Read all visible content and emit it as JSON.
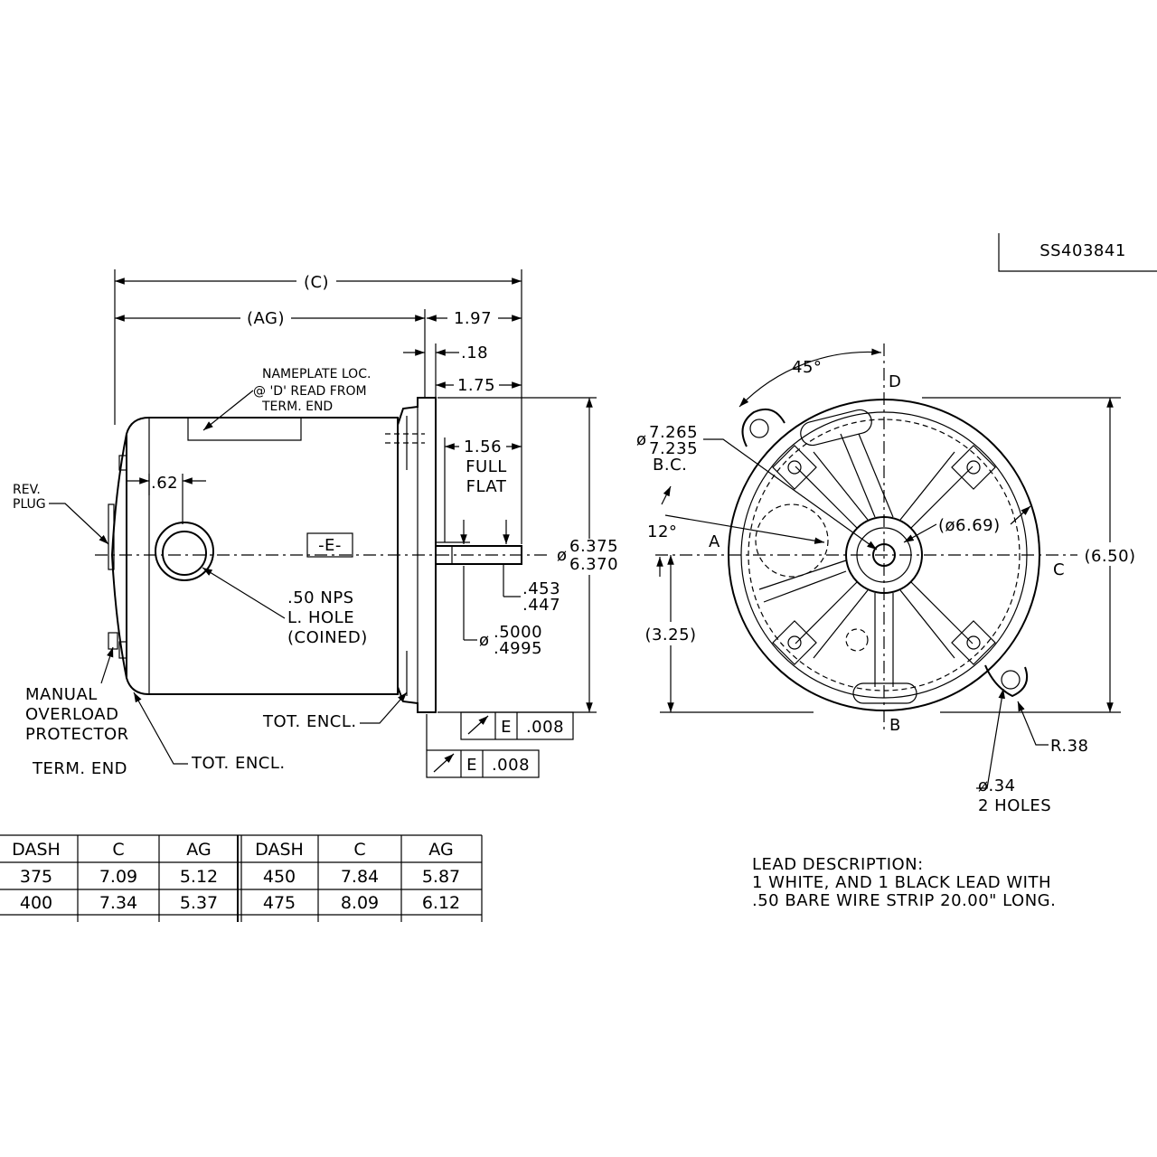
{
  "part_number": "SS403841",
  "side_view": {
    "dim_c": "(C)",
    "dim_ag": "(AG)",
    "dim_1_97": "1.97",
    "dim_18": ".18",
    "dim_1_75": "1.75",
    "nameplate_1": "NAMEPLATE LOC.",
    "nameplate_2": "@ 'D' READ FROM",
    "nameplate_3": "TERM. END",
    "dim_1_56": "1.56",
    "full": "FULL",
    "flat": "FLAT",
    "rev_1": "REV.",
    "rev_2": "PLUG",
    "dim_62": ".62",
    "datum_e": "-E-",
    "pilot_1": "6.375",
    "pilot_2": "6.370",
    "phi": "ø",
    "nps_1": ".50 NPS",
    "nps_2": "L. HOLE",
    "nps_3": "(COINED)",
    "flat_1": ".453",
    "flat_2": ".447",
    "shaft_1": ".5000",
    "shaft_2": ".4995",
    "manual_1": "MANUAL",
    "manual_2": "OVERLOAD",
    "manual_3": "PROTECTOR",
    "term_end": "TERM. END",
    "tot_encl_1": "TOT. ENCL.",
    "tot_encl_2": "TOT. ENCL.",
    "fcf_datum": "E",
    "fcf_value": ".008"
  },
  "end_view": {
    "angle_45": "45°",
    "label_d": "D",
    "label_a": "A",
    "label_b": "B",
    "label_c": "C",
    "bc_1": "7.265",
    "bc_2": "7.235",
    "bc_3": "B.C.",
    "angle_12": "12°",
    "dia_669": "(ø6.69)",
    "dim_650": "(6.50)",
    "dim_325": "(3.25)",
    "radius": "R.38",
    "holes_1": "ø.34",
    "holes_2": "2 HOLES"
  },
  "dash_table": {
    "headers": [
      "DASH",
      "C",
      "AG",
      "DASH",
      "C",
      "AG"
    ],
    "rows": [
      [
        "375",
        "7.09",
        "5.12",
        "450",
        "7.84",
        "5.87"
      ],
      [
        "400",
        "7.34",
        "5.37",
        "475",
        "8.09",
        "6.12"
      ]
    ]
  },
  "lead_description": {
    "line_1": "LEAD DESCRIPTION:",
    "line_2": "1 WHITE, AND 1 BLACK LEAD WITH",
    "line_3": ".50 BARE WIRE STRIP 20.00\" LONG."
  }
}
